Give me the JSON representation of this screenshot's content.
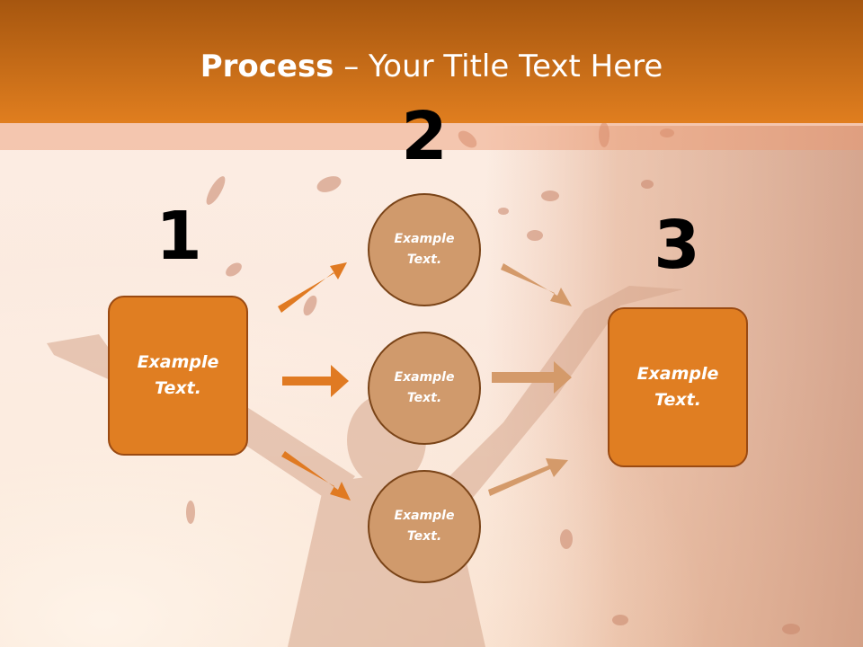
{
  "title": {
    "bold": "Process",
    "rest": " – Your Title Text Here"
  },
  "steps": {
    "one": {
      "number": "1",
      "text": "Example Text."
    },
    "two": {
      "number": "2"
    },
    "three": {
      "number": "3",
      "text": "Example Text."
    }
  },
  "circles": {
    "top": "Example Text.",
    "middle": "Example Text.",
    "bottom": "Example Text."
  },
  "colors": {
    "header_top": "#a6560f",
    "header_bottom": "#e07e1f",
    "box_fill": "#e07e22",
    "circle_fill": "#d09a6c",
    "arrow_orange": "#e07a22",
    "arrow_tan": "#d49a6a"
  }
}
